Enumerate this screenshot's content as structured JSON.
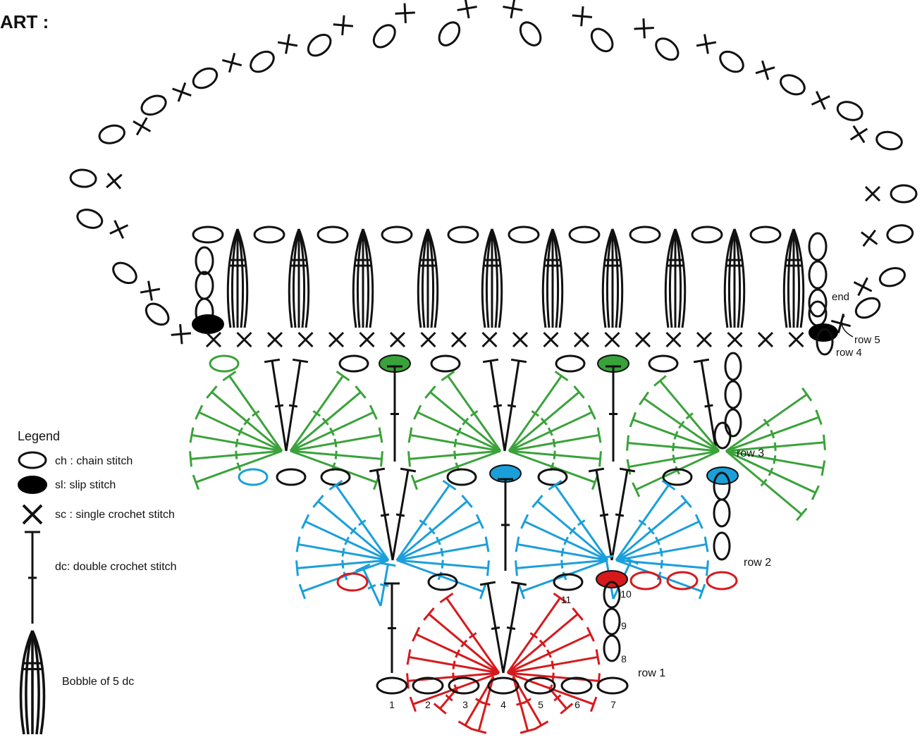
{
  "heading": "ART :",
  "colors": {
    "ink": "#111111",
    "row1": "#d7191c",
    "row2": "#1a9fdb",
    "row3": "#3aa23a",
    "paper": "#ffffff"
  },
  "legend": {
    "title": "Legend",
    "items": [
      {
        "icon": "chain-stitch-icon",
        "label": "ch : chain stitch"
      },
      {
        "icon": "slip-stitch-icon",
        "label": "sl: slip stitch"
      },
      {
        "icon": "single-crochet-icon",
        "label": "sc : single crochet stitch"
      },
      {
        "icon": "double-crochet-icon",
        "label": "dc: double crochet stitch"
      },
      {
        "icon": "bobble-icon",
        "label": "Bobble of 5 dc"
      }
    ]
  },
  "row_labels": {
    "row1": "row 1",
    "row2": "row 2",
    "row3": "row 3",
    "row4": "row 4",
    "row5": "row 5",
    "end": "end"
  },
  "stitch_numbers": [
    "1",
    "2",
    "3",
    "4",
    "5",
    "6",
    "7",
    "8",
    "9",
    "10",
    "11"
  ]
}
